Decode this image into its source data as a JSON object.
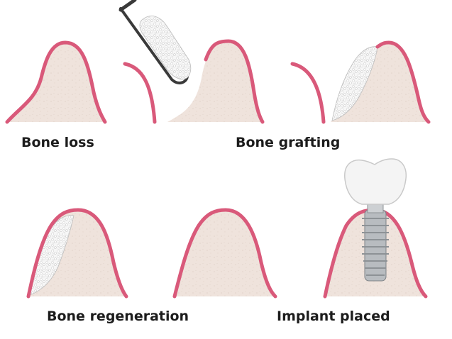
{
  "labels": {
    "bone_loss": "Bone loss",
    "bone_grafting": "Bone grafting",
    "bone_regeneration": "Bone regeneration",
    "implant_placed": "Implant placed"
  },
  "colors": {
    "gum": "#d9597a",
    "bone": "#efe3dc",
    "graft": "#f3f3f3",
    "instrument": "#3a3a3a",
    "crown": "#f4f4f4",
    "implant": "#b8bcc0",
    "text": "#1c1c1c"
  }
}
